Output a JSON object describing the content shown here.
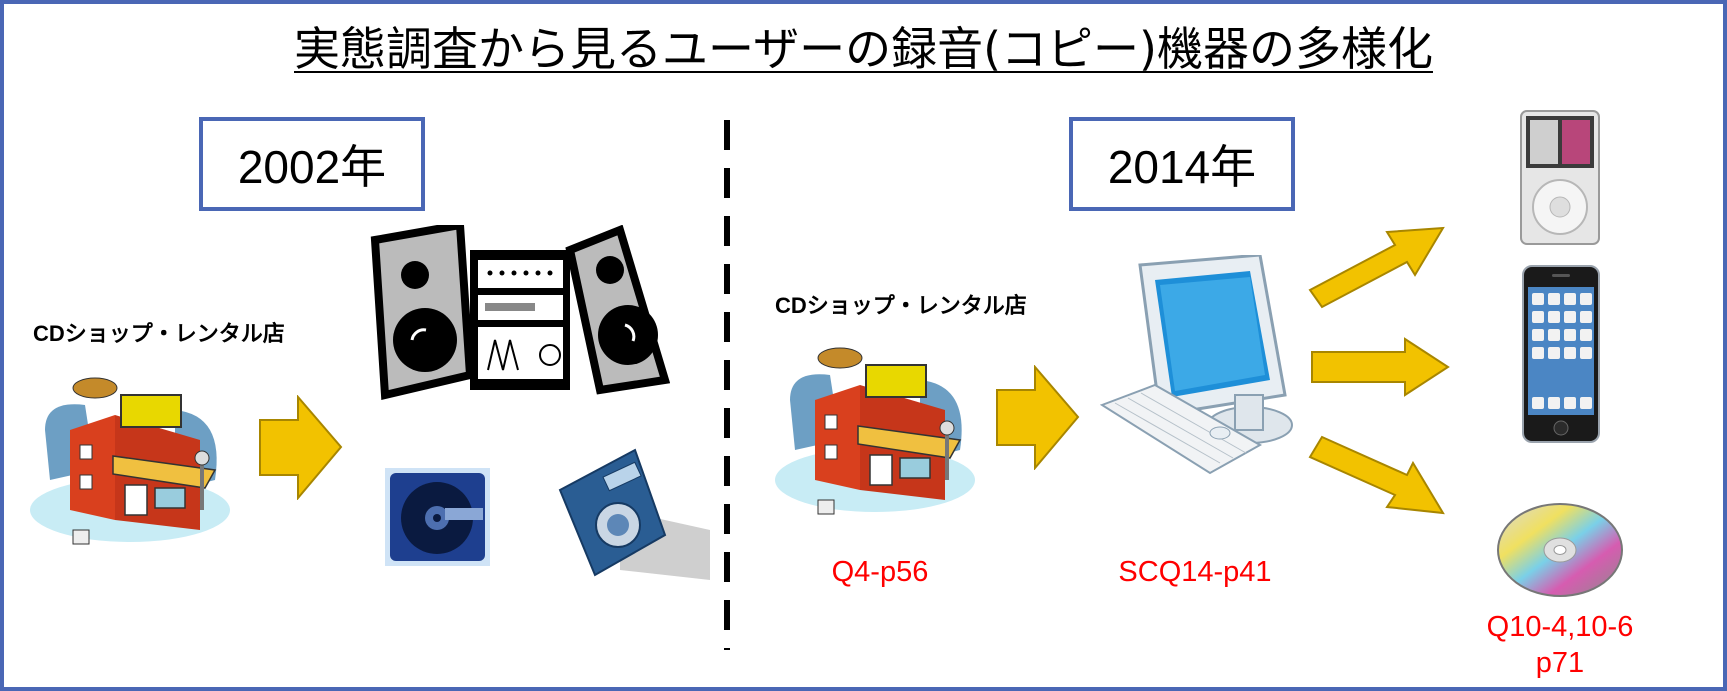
{
  "title": "実態調査から見るユーザーの録音(コピー)機器の多様化",
  "left_panel": {
    "year": "2002年",
    "shop_label": "CDショップ・レンタル店"
  },
  "right_panel": {
    "year": "2014年",
    "shop_label": "CDショップ・レンタル店",
    "shop_ref": "Q4-p56",
    "computer_ref": "SCQ14-p41",
    "cd_ref_line1": "Q10-4,10-6",
    "cd_ref_line2": "p71"
  },
  "colors": {
    "frame": "#4a67b5",
    "arrow": "#f2c200",
    "ref_text": "#ff0000"
  }
}
